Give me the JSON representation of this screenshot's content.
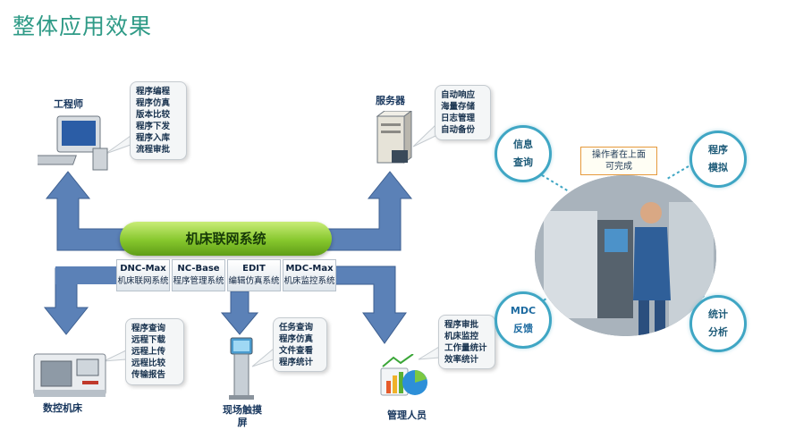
{
  "title": "整体应用效果",
  "colors": {
    "title": "#2e9a86",
    "arrow": "#5b81b7",
    "system_bar": "#86c72d",
    "bubble_border": "#3fa6c4"
  },
  "engineer": {
    "label": "工程师",
    "items": [
      "程序编程",
      "程序仿真",
      "版本比较",
      "程序下发",
      "程序入库",
      "流程审批"
    ]
  },
  "server": {
    "label": "服务器",
    "items": [
      "自动响应",
      "海量存储",
      "日志管理",
      "自动备份"
    ]
  },
  "system": {
    "name": "机床联网系统",
    "modules": [
      {
        "code": "DNC-Max",
        "desc": "机床联网系统"
      },
      {
        "code": "NC-Base",
        "desc": "程序管理系统"
      },
      {
        "code": "EDIT",
        "desc": "编辑仿真系统"
      },
      {
        "code": "MDC-Max",
        "desc": "机床监控系统"
      }
    ]
  },
  "cnc": {
    "label": "数控机床",
    "items": [
      "程序查询",
      "远程下载",
      "远程上传",
      "远程比较",
      "传输报告"
    ]
  },
  "touchscreen": {
    "label_line1": "现场触摸",
    "label_line2": "屏",
    "items": [
      "任务查询",
      "程序仿真",
      "文件查看",
      "程序统计"
    ]
  },
  "manager": {
    "label": "管理人员",
    "items": [
      "程序审批",
      "机床监控",
      "工作量统计",
      "效率统计"
    ]
  },
  "photo_caption": [
    "操作者在上面",
    "可完成"
  ],
  "bubbles": [
    {
      "line1": "信息",
      "line2": "查询"
    },
    {
      "line1": "程序",
      "line2": "模拟"
    },
    {
      "line1": "MDC",
      "line2": "反馈"
    },
    {
      "line1": "统计",
      "line2": "分析"
    }
  ]
}
